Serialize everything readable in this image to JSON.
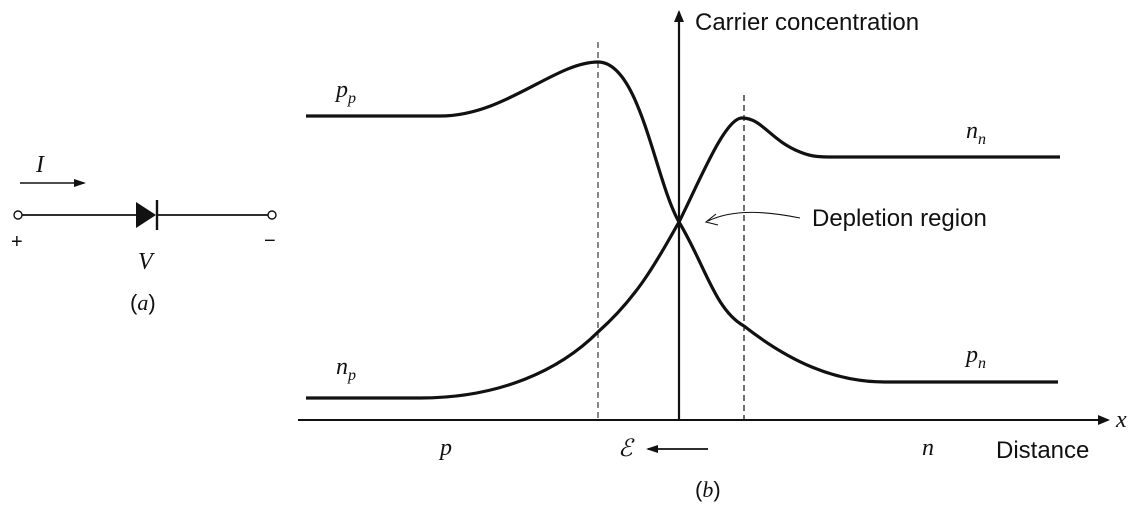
{
  "panel_a": {
    "current_label": "I",
    "plus": "+",
    "minus": "−",
    "voltage_label": "V",
    "caption_open": "(",
    "caption_letter": "a",
    "caption_close": ")"
  },
  "panel_b": {
    "y_axis_label": "Carrier concentration",
    "x_axis_symbol": "x",
    "x_axis_label": "Distance",
    "region_p": "p",
    "region_n": "n",
    "depletion_label": "Depletion region",
    "field_symbol": "ℰ",
    "caption_open": "(",
    "caption_letter": "b",
    "caption_close": ")",
    "curves": {
      "pp": {
        "main": "p",
        "sub": "p"
      },
      "nn": {
        "main": "n",
        "sub": "n"
      },
      "np": {
        "main": "n",
        "sub": "p"
      },
      "pn": {
        "main": "p",
        "sub": "n"
      }
    }
  }
}
